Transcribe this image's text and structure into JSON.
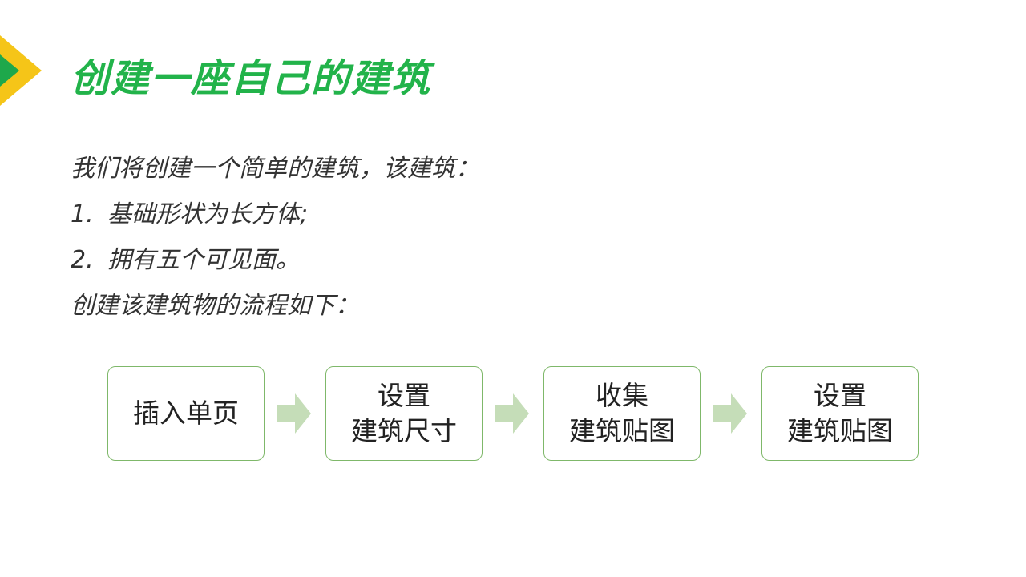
{
  "title": "创建一座自己的建筑",
  "intro": "我们将创建一个简单的建筑，该建筑：",
  "list": [
    {
      "num": "1.",
      "text": "基础形状为长方体;"
    },
    {
      "num": "2.",
      "text": "拥有五个可见面。"
    }
  ],
  "process_intro": "创建该建筑物的流程如下：",
  "flow": {
    "steps": [
      {
        "line1": "插入单页",
        "line2": ""
      },
      {
        "line1": "设置",
        "line2": "建筑尺寸"
      },
      {
        "line1": "收集",
        "line2": "建筑贴图"
      },
      {
        "line1": "设置",
        "line2": "建筑贴图"
      }
    ]
  },
  "colors": {
    "title_green": "#22b34a",
    "corner_yellow": "#f5c518",
    "corner_green": "#1ea84b",
    "box_border": "#7fb86a",
    "arrow": "#c5ddb8"
  }
}
